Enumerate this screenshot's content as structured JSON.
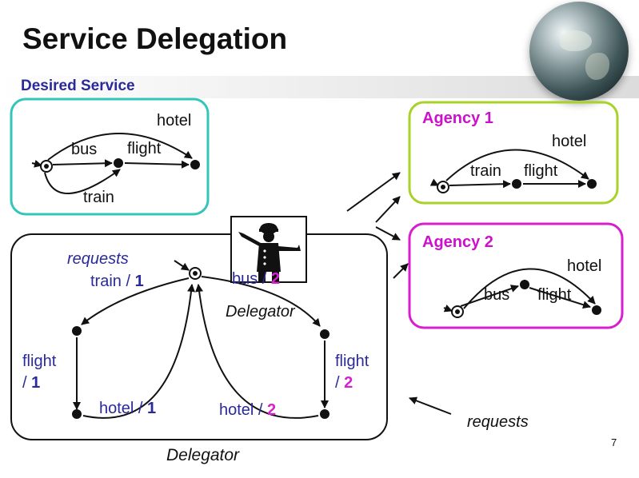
{
  "title": "Service Delegation",
  "subtitle": "Desired Service",
  "desired": {
    "hotel": "hotel",
    "bus": "bus",
    "flight": "flight",
    "train": "train"
  },
  "agency1": {
    "title": "Agency 1",
    "hotel": "hotel",
    "train": "train",
    "flight": "flight"
  },
  "agency2": {
    "title": "Agency 2",
    "hotel": "hotel",
    "bus": "bus",
    "flight": "flight"
  },
  "delegator": {
    "requests_word": "requests",
    "train": "train /",
    "train_num": "1",
    "bus": "bus /",
    "bus_num": "2",
    "icon_label": "Delegator",
    "flight_left": "flight",
    "flight_left_slash": "/",
    "flight_left_num": "1",
    "flight_right": "flight",
    "flight_right_slash": "/",
    "flight_right_num": "2",
    "hotel_left": "hotel /",
    "hotel_left_num": "1",
    "hotel_right": "hotel /",
    "hotel_right_num": "2",
    "bottom_label": "Delegator"
  },
  "requests_label": "requests",
  "page_number": "7",
  "colors": {
    "teal": "#33c6b8",
    "lime": "#a8d22a",
    "magenta": "#d81fcf",
    "navy": "#2a2a9a",
    "black": "#111111"
  }
}
